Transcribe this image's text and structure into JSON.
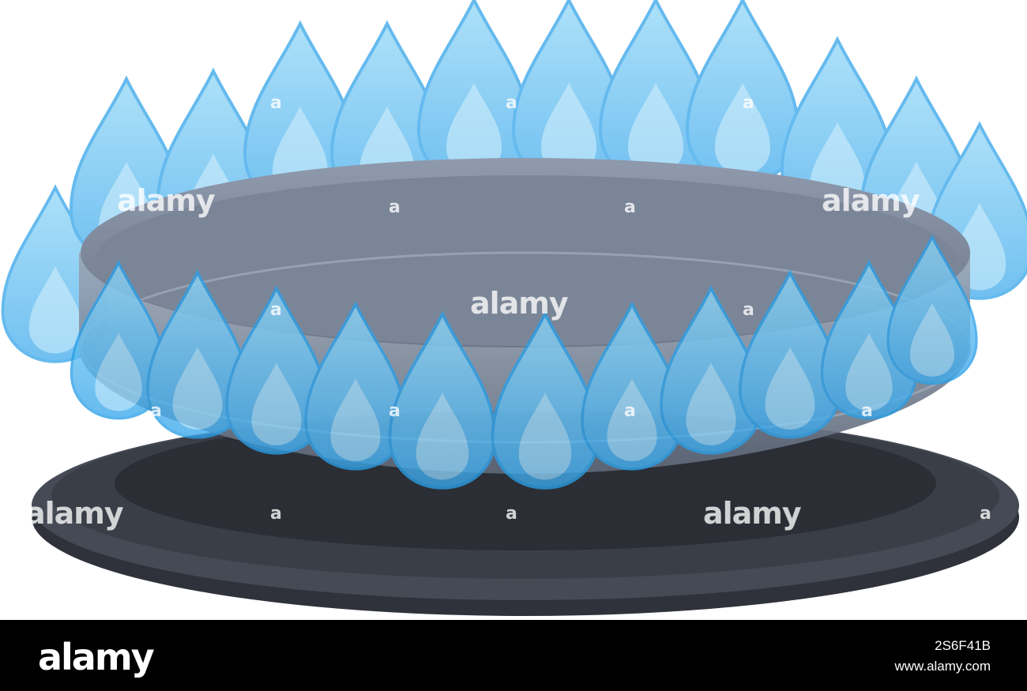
{
  "watermark": {
    "brand": "alamy",
    "mark": "a"
  },
  "footer": {
    "logo": "alamy",
    "image_id": "2S6F41B",
    "url": "www.alamy.com"
  },
  "colors": {
    "flame": "#5fc3f0",
    "flame_edge": "#2aa0e8",
    "burner_cap": "#7d8898",
    "base_plate": "#3f434c",
    "footer_bg": "#000000"
  },
  "icons": [
    "gas-flame-icon",
    "burner-icon"
  ]
}
